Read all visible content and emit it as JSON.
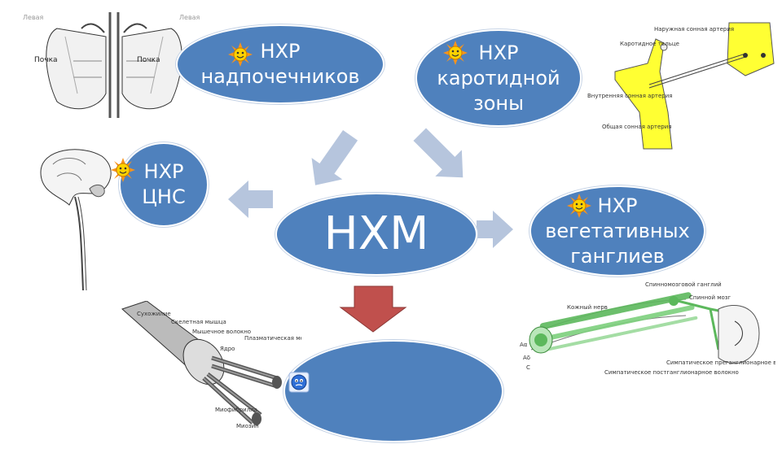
{
  "center": {
    "label": "НХМ"
  },
  "nodes": {
    "adrenal": {
      "line1": "НХР",
      "line2": "надпочечников"
    },
    "carotid": {
      "line1": "НХР",
      "line2": "каротидной",
      "line3": "зоны"
    },
    "cns": {
      "line1": "НХР",
      "line2": "ЦНС"
    },
    "ganglia": {
      "line1": "НХР",
      "line2": "вегетативных",
      "line3": "ганглиев"
    },
    "bottom": {
      "text": ""
    }
  },
  "kidney_image": {
    "left_label": "Почка",
    "right_label": "Почка",
    "top_left_label": "Левая",
    "top_right_label": "Левая"
  },
  "carotid_image": {
    "labels": [
      "Наружная сонная артерия",
      "Каротидное тельце",
      "Внутренняя сонная артерия",
      "Общая сонная артерия"
    ]
  },
  "nerve_image": {
    "labels": [
      "Спинномозговой ганглий",
      "Спинной мозг",
      "Кожный нерв",
      "Симпатическое постганглионарное волокно",
      "Симпатическое преганглионарное волокно",
      "Аα",
      "Аδ",
      "С"
    ]
  },
  "muscle_image": {
    "labels": [
      "Сухожилие",
      "Скелетная мышца",
      "Мышечное волокно",
      "Ядро",
      "Плазматическая мембрана",
      "Миофибрилла",
      "Миозин"
    ]
  },
  "colors": {
    "ellipse": "#4f81bd",
    "arrow": "#b6c5dd",
    "down_arrow": "#c0504d",
    "carotid_yellow": "#ffff33",
    "nerve_green": "#5cb85c"
  }
}
